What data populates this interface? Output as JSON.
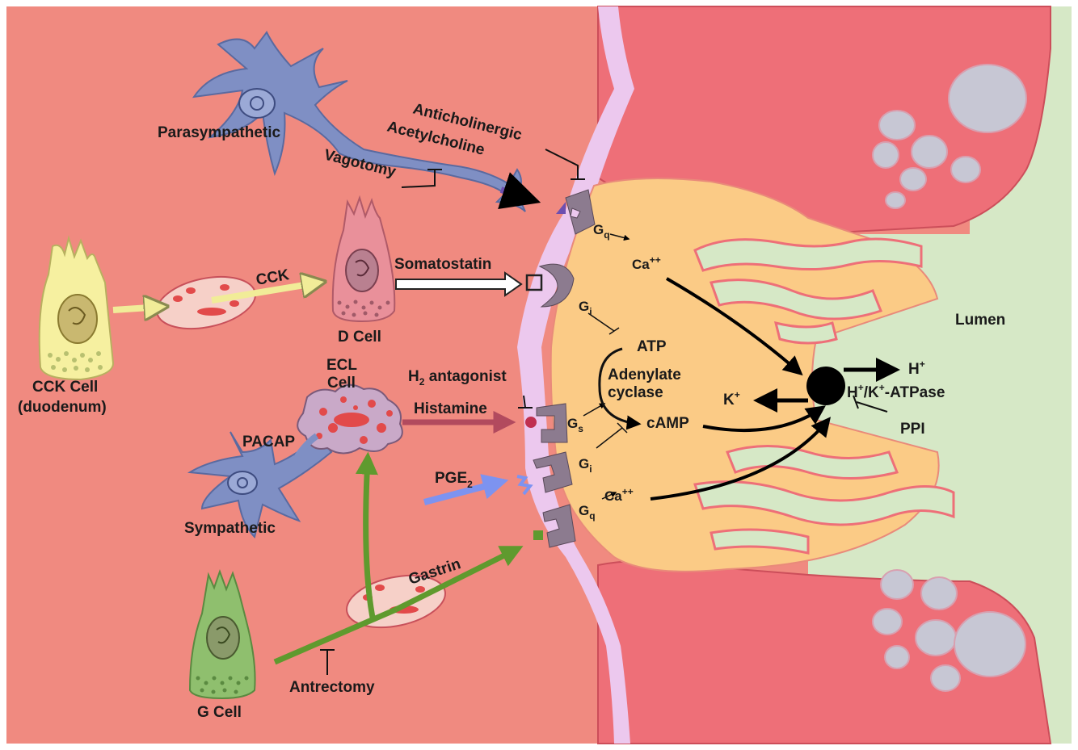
{
  "labels": {
    "parasympathetic": "Parasympathetic",
    "anticholinergic": "Anticholinergic",
    "acetylcholine": "Acetylcholine",
    "vagotomy": "Vagotomy",
    "cck": "CCK",
    "somatostatin": "Somatostatin",
    "d_cell": "D Cell",
    "cck_cell_line1": "CCK Cell",
    "cck_cell_line2": "(duodenum)",
    "ecl_line1": "ECL",
    "ecl_line2": "Cell",
    "h2_antagonist_main": "H",
    "h2_antagonist_sub": "2",
    "h2_antagonist_rest": " antagonist",
    "histamine": "Histamine",
    "pacap": "PACAP",
    "sympathetic": "Sympathetic",
    "pge_main": "PGE",
    "pge_sub": "2",
    "gastrin": "Gastrin",
    "g_cell": "G Cell",
    "antrectomy": "Antrectomy",
    "gq1_main": "G",
    "gq1_sub": "q",
    "gi1_main": "G",
    "gi1_sub": "i",
    "gs_main": "G",
    "gs_sub": "s",
    "gi2_main": "G",
    "gi2_sub": "i",
    "gq2_main": "G",
    "gq2_sub": "q",
    "ca1": "Ca",
    "ca1_sup": "++",
    "ca2": "Ca",
    "ca2_sup": "++",
    "atp": "ATP",
    "adenylate": "Adenylate",
    "cyclase": "cyclase",
    "camp": "cAMP",
    "lumen": "Lumen",
    "h_plus_main": "H",
    "h_plus_sup": "+",
    "k_plus_main": "K",
    "k_plus_sup": "+",
    "pump_h": "H",
    "pump_h_sup": "+",
    "pump_k": "/K",
    "pump_k_sup": "+",
    "pump_rest": "-ATPase",
    "ppi": "PPI"
  },
  "colors": {
    "tissue": "#f08a80",
    "parietal_cell": "#fbcb86",
    "membrane": "#ecc8ee",
    "lumen": "#d6e8c6",
    "mucosa": "#ee6f78",
    "neuron": "#7f8fc4",
    "cck_cell": "#f6f0a0",
    "d_cell": "#e9909a",
    "g_cell": "#8fbf6e",
    "ecl_cell": "#c9a9c8",
    "receptor": "#8c7b8f",
    "gastrin_arrow": "#5f9a2e",
    "histamine_arrow": "#b24a5e",
    "pge_arrow": "#7d93f0",
    "ach_arrow": "#6d4fb0",
    "cck_arrow": "#f1ec98"
  }
}
